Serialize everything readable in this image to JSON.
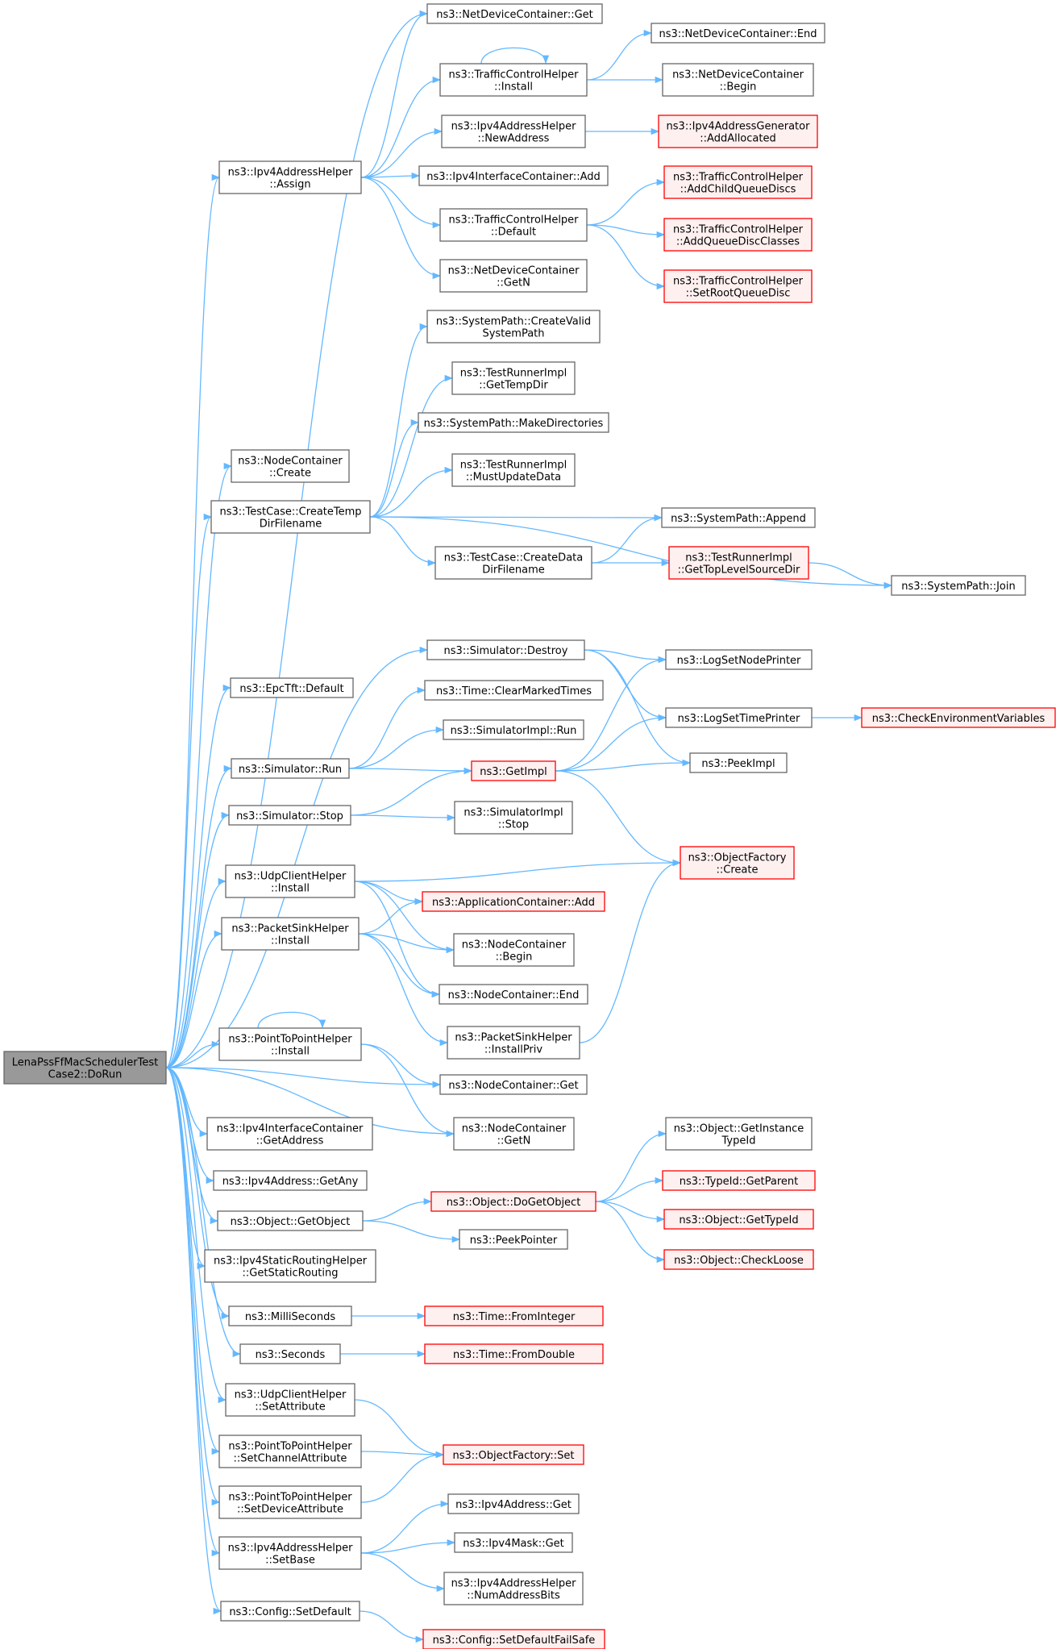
{
  "colors": {
    "edge": "#63b8ff",
    "normal_fill": "#ffffff",
    "normal_stroke": "#666666",
    "red_fill": "#fff0f0",
    "red_stroke": "#ff0000",
    "root_fill": "#999999",
    "root_stroke": "#666666"
  },
  "nodes": [
    {
      "id": "root",
      "lines": [
        "LenaPssFfMacSchedulerTest",
        "Case2::DoRun"
      ],
      "style": "root"
    },
    {
      "id": "ndc_get",
      "lines": [
        "ns3::NetDeviceContainer::Get"
      ],
      "style": "normal"
    },
    {
      "id": "ndc_end",
      "lines": [
        "ns3::NetDeviceContainer::End"
      ],
      "style": "normal"
    },
    {
      "id": "tch_install",
      "lines": [
        "ns3::TrafficControlHelper",
        "::Install"
      ],
      "style": "normal"
    },
    {
      "id": "ndc_begin",
      "lines": [
        "ns3::NetDeviceContainer",
        "::Begin"
      ],
      "style": "normal"
    },
    {
      "id": "v4ah_newaddr",
      "lines": [
        "ns3::Ipv4AddressHelper",
        "::NewAddress"
      ],
      "style": "normal"
    },
    {
      "id": "v4ag_addalloc",
      "lines": [
        "ns3::Ipv4AddressGenerator",
        "::AddAllocated"
      ],
      "style": "red"
    },
    {
      "id": "v4ah_assign",
      "lines": [
        "ns3::Ipv4AddressHelper",
        "::Assign"
      ],
      "style": "normal"
    },
    {
      "id": "v4ic_add",
      "lines": [
        "ns3::Ipv4InterfaceContainer::Add"
      ],
      "style": "normal"
    },
    {
      "id": "tch_addchild",
      "lines": [
        "ns3::TrafficControlHelper",
        "::AddChildQueueDiscs"
      ],
      "style": "red"
    },
    {
      "id": "tch_default",
      "lines": [
        "ns3::TrafficControlHelper",
        "::Default"
      ],
      "style": "normal"
    },
    {
      "id": "tch_addqdc",
      "lines": [
        "ns3::TrafficControlHelper",
        "::AddQueueDiscClasses"
      ],
      "style": "red"
    },
    {
      "id": "ndc_getn",
      "lines": [
        "ns3::NetDeviceContainer",
        "::GetN"
      ],
      "style": "normal"
    },
    {
      "id": "tch_setroot",
      "lines": [
        "ns3::TrafficControlHelper",
        "::SetRootQueueDisc"
      ],
      "style": "red"
    },
    {
      "id": "sp_createvalid",
      "lines": [
        "ns3::SystemPath::CreateValid",
        "SystemPath"
      ],
      "style": "normal"
    },
    {
      "id": "tri_gettempdir",
      "lines": [
        "ns3::TestRunnerImpl",
        "::GetTempDir"
      ],
      "style": "normal"
    },
    {
      "id": "sp_makedirs",
      "lines": [
        "ns3::SystemPath::MakeDirectories"
      ],
      "style": "normal"
    },
    {
      "id": "nc_create",
      "lines": [
        "ns3::NodeContainer",
        "::Create"
      ],
      "style": "normal"
    },
    {
      "id": "tri_mustupdate",
      "lines": [
        "ns3::TestRunnerImpl",
        "::MustUpdateData"
      ],
      "style": "normal"
    },
    {
      "id": "tc_createtemp",
      "lines": [
        "ns3::TestCase::CreateTemp",
        "DirFilename"
      ],
      "style": "normal"
    },
    {
      "id": "sp_append",
      "lines": [
        "ns3::SystemPath::Append"
      ],
      "style": "normal"
    },
    {
      "id": "tc_createdata",
      "lines": [
        "ns3::TestCase::CreateData",
        "DirFilename"
      ],
      "style": "normal"
    },
    {
      "id": "tri_gettoplevel",
      "lines": [
        "ns3::TestRunnerImpl",
        "::GetTopLevelSourceDir"
      ],
      "style": "red"
    },
    {
      "id": "sp_join",
      "lines": [
        "ns3::SystemPath::Join"
      ],
      "style": "normal"
    },
    {
      "id": "sim_destroy",
      "lines": [
        "ns3::Simulator::Destroy"
      ],
      "style": "normal"
    },
    {
      "id": "logsetnode",
      "lines": [
        "ns3::LogSetNodePrinter"
      ],
      "style": "normal"
    },
    {
      "id": "epctft_default",
      "lines": [
        "ns3::EpcTft::Default"
      ],
      "style": "normal"
    },
    {
      "id": "time_clearmarked",
      "lines": [
        "ns3::Time::ClearMarkedTimes"
      ],
      "style": "normal"
    },
    {
      "id": "logsettime",
      "lines": [
        "ns3::LogSetTimePrinter"
      ],
      "style": "normal"
    },
    {
      "id": "checkenv",
      "lines": [
        "ns3::CheckEnvironmentVariables"
      ],
      "style": "red"
    },
    {
      "id": "simimpl_run",
      "lines": [
        "ns3::SimulatorImpl::Run"
      ],
      "style": "normal"
    },
    {
      "id": "sim_run",
      "lines": [
        "ns3::Simulator::Run"
      ],
      "style": "normal"
    },
    {
      "id": "getimpl",
      "lines": [
        "ns3::GetImpl"
      ],
      "style": "red"
    },
    {
      "id": "peekimpl",
      "lines": [
        "ns3::PeekImpl"
      ],
      "style": "normal"
    },
    {
      "id": "sim_stop",
      "lines": [
        "ns3::Simulator::Stop"
      ],
      "style": "normal"
    },
    {
      "id": "simimpl_stop",
      "lines": [
        "ns3::SimulatorImpl",
        "::Stop"
      ],
      "style": "normal"
    },
    {
      "id": "of_create",
      "lines": [
        "ns3::ObjectFactory",
        "::Create"
      ],
      "style": "red"
    },
    {
      "id": "uch_install",
      "lines": [
        "ns3::UdpClientHelper",
        "::Install"
      ],
      "style": "normal"
    },
    {
      "id": "ac_add",
      "lines": [
        "ns3::ApplicationContainer::Add"
      ],
      "style": "red"
    },
    {
      "id": "psh_install",
      "lines": [
        "ns3::PacketSinkHelper",
        "::Install"
      ],
      "style": "normal"
    },
    {
      "id": "nc_begin",
      "lines": [
        "ns3::NodeContainer",
        "::Begin"
      ],
      "style": "normal"
    },
    {
      "id": "nc_end",
      "lines": [
        "ns3::NodeContainer::End"
      ],
      "style": "normal"
    },
    {
      "id": "psh_installpriv",
      "lines": [
        "ns3::PacketSinkHelper",
        "::InstallPriv"
      ],
      "style": "normal"
    },
    {
      "id": "p2p_install",
      "lines": [
        "ns3::PointToPointHelper",
        "::Install"
      ],
      "style": "normal"
    },
    {
      "id": "nc_get",
      "lines": [
        "ns3::NodeContainer::Get"
      ],
      "style": "normal"
    },
    {
      "id": "v4ic_getaddr",
      "lines": [
        "ns3::Ipv4InterfaceContainer",
        "::GetAddress"
      ],
      "style": "normal"
    },
    {
      "id": "nc_getn",
      "lines": [
        "ns3::NodeContainer",
        "::GetN"
      ],
      "style": "normal"
    },
    {
      "id": "obj_getinst",
      "lines": [
        "ns3::Object::GetInstance",
        "TypeId"
      ],
      "style": "normal"
    },
    {
      "id": "v4addr_getany",
      "lines": [
        "ns3::Ipv4Address::GetAny"
      ],
      "style": "normal"
    },
    {
      "id": "typeid_getparent",
      "lines": [
        "ns3::TypeId::GetParent"
      ],
      "style": "red"
    },
    {
      "id": "obj_dogetobject",
      "lines": [
        "ns3::Object::DoGetObject"
      ],
      "style": "red"
    },
    {
      "id": "obj_getobject",
      "lines": [
        "ns3::Object::GetObject"
      ],
      "style": "normal"
    },
    {
      "id": "obj_gettypeid",
      "lines": [
        "ns3::Object::GetTypeId"
      ],
      "style": "red"
    },
    {
      "id": "peekpointer",
      "lines": [
        "ns3::PeekPointer"
      ],
      "style": "normal"
    },
    {
      "id": "obj_checkloose",
      "lines": [
        "ns3::Object::CheckLoose"
      ],
      "style": "red"
    },
    {
      "id": "v4srh_getstatic",
      "lines": [
        "ns3::Ipv4StaticRoutingHelper",
        "::GetStaticRouting"
      ],
      "style": "normal"
    },
    {
      "id": "milliseconds",
      "lines": [
        "ns3::MilliSeconds"
      ],
      "style": "normal"
    },
    {
      "id": "time_frominteger",
      "lines": [
        "ns3::Time::FromInteger"
      ],
      "style": "red"
    },
    {
      "id": "seconds",
      "lines": [
        "ns3::Seconds"
      ],
      "style": "normal"
    },
    {
      "id": "time_fromdouble",
      "lines": [
        "ns3::Time::FromDouble"
      ],
      "style": "red"
    },
    {
      "id": "uch_setattr",
      "lines": [
        "ns3::UdpClientHelper",
        "::SetAttribute"
      ],
      "style": "normal"
    },
    {
      "id": "p2p_setchannel",
      "lines": [
        "ns3::PointToPointHelper",
        "::SetChannelAttribute"
      ],
      "style": "normal"
    },
    {
      "id": "of_set",
      "lines": [
        "ns3::ObjectFactory::Set"
      ],
      "style": "red"
    },
    {
      "id": "p2p_setdevice",
      "lines": [
        "ns3::PointToPointHelper",
        "::SetDeviceAttribute"
      ],
      "style": "normal"
    },
    {
      "id": "v4addr_get",
      "lines": [
        "ns3::Ipv4Address::Get"
      ],
      "style": "normal"
    },
    {
      "id": "v4ah_setbase",
      "lines": [
        "ns3::Ipv4AddressHelper",
        "::SetBase"
      ],
      "style": "normal"
    },
    {
      "id": "v4mask_get",
      "lines": [
        "ns3::Ipv4Mask::Get"
      ],
      "style": "normal"
    },
    {
      "id": "v4ah_numaddr",
      "lines": [
        "ns3::Ipv4AddressHelper",
        "::NumAddressBits"
      ],
      "style": "normal"
    },
    {
      "id": "config_setdefault",
      "lines": [
        "ns3::Config::SetDefault"
      ],
      "style": "normal"
    },
    {
      "id": "config_setdefaultfs",
      "lines": [
        "ns3::Config::SetDefaultFailSafe"
      ],
      "style": "red"
    }
  ],
  "edges": [
    [
      "root",
      "ndc_get"
    ],
    [
      "root",
      "v4ah_assign"
    ],
    [
      "root",
      "nc_create"
    ],
    [
      "root",
      "tc_createtemp"
    ],
    [
      "root",
      "sim_destroy"
    ],
    [
      "root",
      "epctft_default"
    ],
    [
      "root",
      "sim_run"
    ],
    [
      "root",
      "sim_stop"
    ],
    [
      "root",
      "uch_install"
    ],
    [
      "root",
      "psh_install"
    ],
    [
      "root",
      "p2p_install"
    ],
    [
      "root",
      "nc_get"
    ],
    [
      "root",
      "nc_getn"
    ],
    [
      "root",
      "v4ic_getaddr"
    ],
    [
      "root",
      "v4addr_getany"
    ],
    [
      "root",
      "obj_getobject"
    ],
    [
      "root",
      "v4srh_getstatic"
    ],
    [
      "root",
      "milliseconds"
    ],
    [
      "root",
      "seconds"
    ],
    [
      "root",
      "uch_setattr"
    ],
    [
      "root",
      "p2p_setchannel"
    ],
    [
      "root",
      "p2p_setdevice"
    ],
    [
      "root",
      "v4ah_setbase"
    ],
    [
      "root",
      "config_setdefault"
    ],
    [
      "v4ah_assign",
      "ndc_get"
    ],
    [
      "v4ah_assign",
      "tch_install"
    ],
    [
      "v4ah_assign",
      "v4ah_newaddr"
    ],
    [
      "v4ah_assign",
      "v4ic_add"
    ],
    [
      "v4ah_assign",
      "tch_default"
    ],
    [
      "v4ah_assign",
      "ndc_getn"
    ],
    [
      "tch_install",
      "tch_install"
    ],
    [
      "tch_install",
      "ndc_end"
    ],
    [
      "tch_install",
      "ndc_begin"
    ],
    [
      "v4ah_newaddr",
      "v4ag_addalloc"
    ],
    [
      "tch_default",
      "tch_addchild"
    ],
    [
      "tch_default",
      "tch_addqdc"
    ],
    [
      "tch_default",
      "tch_setroot"
    ],
    [
      "tc_createtemp",
      "sp_createvalid"
    ],
    [
      "tc_createtemp",
      "tri_gettempdir"
    ],
    [
      "tc_createtemp",
      "sp_makedirs"
    ],
    [
      "tc_createtemp",
      "tri_mustupdate"
    ],
    [
      "tc_createtemp",
      "sp_append"
    ],
    [
      "tc_createtemp",
      "tc_createdata"
    ],
    [
      "tc_createtemp",
      "sp_join"
    ],
    [
      "tc_createdata",
      "sp_append"
    ],
    [
      "tc_createdata",
      "tri_gettoplevel"
    ],
    [
      "tri_gettoplevel",
      "sp_join"
    ],
    [
      "sim_destroy",
      "logsetnode"
    ],
    [
      "sim_destroy",
      "logsettime"
    ],
    [
      "sim_destroy",
      "peekimpl"
    ],
    [
      "sim_run",
      "time_clearmarked"
    ],
    [
      "sim_run",
      "simimpl_run"
    ],
    [
      "sim_run",
      "getimpl"
    ],
    [
      "getimpl",
      "logsetnode"
    ],
    [
      "getimpl",
      "logsettime"
    ],
    [
      "getimpl",
      "peekimpl"
    ],
    [
      "getimpl",
      "of_create"
    ],
    [
      "logsettime",
      "checkenv"
    ],
    [
      "sim_stop",
      "getimpl"
    ],
    [
      "sim_stop",
      "simimpl_stop"
    ],
    [
      "uch_install",
      "of_create"
    ],
    [
      "uch_install",
      "ac_add"
    ],
    [
      "uch_install",
      "nc_begin"
    ],
    [
      "uch_install",
      "nc_end"
    ],
    [
      "psh_install",
      "ac_add"
    ],
    [
      "psh_install",
      "nc_begin"
    ],
    [
      "psh_install",
      "nc_end"
    ],
    [
      "psh_install",
      "psh_installpriv"
    ],
    [
      "psh_installpriv",
      "of_create"
    ],
    [
      "p2p_install",
      "p2p_install"
    ],
    [
      "p2p_install",
      "nc_get"
    ],
    [
      "p2p_install",
      "nc_getn"
    ],
    [
      "obj_getobject",
      "obj_dogetobject"
    ],
    [
      "obj_getobject",
      "peekpointer"
    ],
    [
      "obj_dogetobject",
      "obj_getinst"
    ],
    [
      "obj_dogetobject",
      "typeid_getparent"
    ],
    [
      "obj_dogetobject",
      "obj_gettypeid"
    ],
    [
      "obj_dogetobject",
      "obj_checkloose"
    ],
    [
      "milliseconds",
      "time_frominteger"
    ],
    [
      "seconds",
      "time_fromdouble"
    ],
    [
      "uch_setattr",
      "of_set"
    ],
    [
      "p2p_setchannel",
      "of_set"
    ],
    [
      "p2p_setdevice",
      "of_set"
    ],
    [
      "v4ah_setbase",
      "v4addr_get"
    ],
    [
      "v4ah_setbase",
      "v4mask_get"
    ],
    [
      "v4ah_setbase",
      "v4ah_numaddr"
    ],
    [
      "config_setdefault",
      "config_setdefaultfs"
    ]
  ]
}
